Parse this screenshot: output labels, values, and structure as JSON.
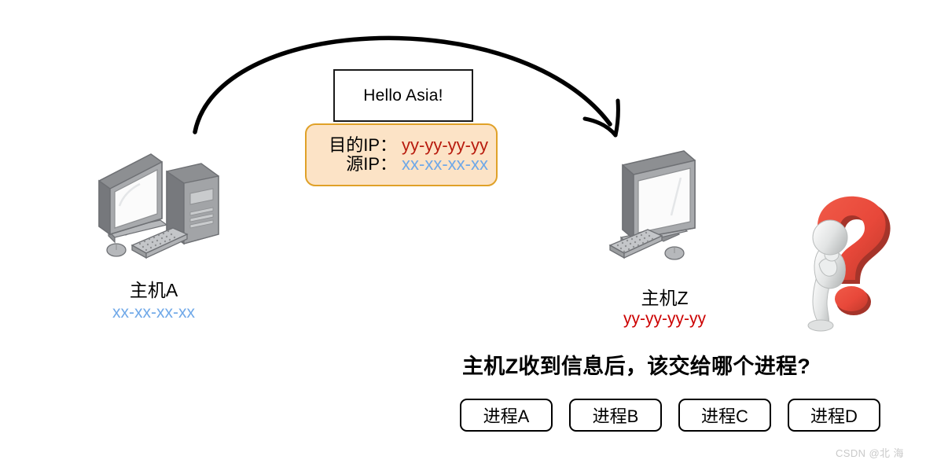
{
  "diagram": {
    "message_box": {
      "text": "Hello Asia!"
    },
    "ip_header": {
      "dest_label": "目的IP：",
      "dest_value": "yy-yy-yy-yy",
      "src_label": "源IP：",
      "src_value": "xx-xx-xx-xx",
      "fill_color": "#fce3c6",
      "border_color": "#e0a128",
      "dest_color": "#b81b0d",
      "src_color": "#6fa8e8"
    },
    "host_a": {
      "name": "主机A",
      "address": "xx-xx-xx-xx",
      "address_color": "#6fa8e8",
      "device_icon": "desktop-computer-icon"
    },
    "host_z": {
      "name": "主机Z",
      "address": "yy-yy-yy-yy",
      "address_color": "#cc0000",
      "device_icon": "desktop-monitor-icon"
    },
    "arrow": {
      "icon": "curved-arrow-icon",
      "color": "#000000"
    },
    "question_figure": {
      "icon": "thinking-person-question-mark-icon",
      "mark_color": "#e8483a"
    },
    "question_headline": "主机Z收到信息后，该交给哪个进程?",
    "process_buttons": [
      {
        "label": "进程A"
      },
      {
        "label": "进程B"
      },
      {
        "label": "进程C"
      },
      {
        "label": "进程D"
      }
    ],
    "watermark": "CSDN @北  海"
  }
}
